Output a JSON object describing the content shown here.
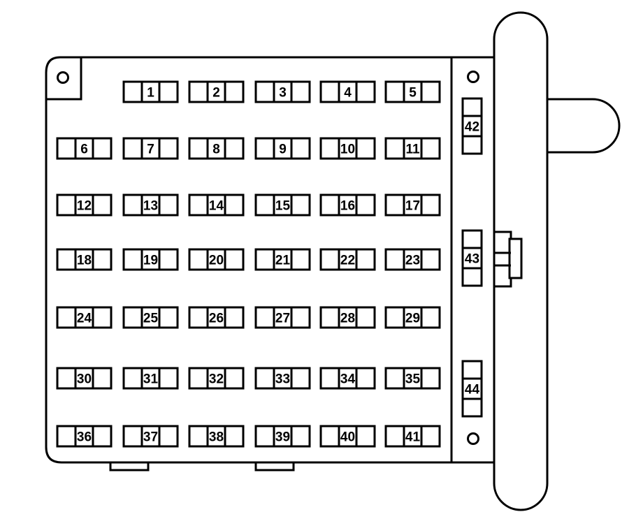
{
  "fuse_box": {
    "main_fuses": [
      [
        "1",
        "2",
        "3",
        "4",
        "5"
      ],
      [
        "6",
        "7",
        "8",
        "9",
        "10",
        "11"
      ],
      [
        "12",
        "13",
        "14",
        "15",
        "16",
        "17"
      ],
      [
        "18",
        "19",
        "20",
        "21",
        "22",
        "23"
      ],
      [
        "24",
        "25",
        "26",
        "27",
        "28",
        "29"
      ],
      [
        "30",
        "31",
        "32",
        "33",
        "34",
        "35"
      ],
      [
        "36",
        "37",
        "38",
        "39",
        "40",
        "41"
      ]
    ],
    "side_fuses": [
      "42",
      "43",
      "44"
    ]
  },
  "colors": {
    "stroke": "#000000",
    "fill": "#ffffff"
  }
}
